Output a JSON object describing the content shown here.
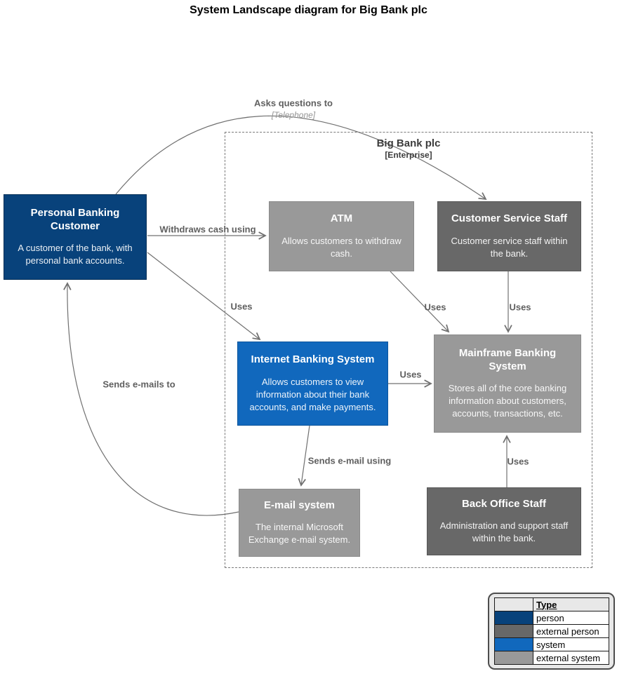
{
  "title": "System Landscape diagram for Big Bank plc",
  "boundary": {
    "name": "Big Bank plc",
    "meta": "[Enterprise]"
  },
  "nodes": {
    "personal_banking_customer": {
      "title": "Personal Banking Customer",
      "description": "A customer of the bank, with personal bank accounts.",
      "type": "person"
    },
    "atm": {
      "title": "ATM",
      "description": "Allows customers to withdraw cash.",
      "type": "external system"
    },
    "customer_service_staff": {
      "title": "Customer Service Staff",
      "description": "Customer service staff within the bank.",
      "type": "external person"
    },
    "internet_banking_system": {
      "title": "Internet Banking System",
      "description": "Allows customers to view information about their bank accounts, and make payments.",
      "type": "system"
    },
    "mainframe_banking_system": {
      "title": "Mainframe Banking System",
      "description": "Stores all of the core banking information about customers, accounts, transactions, etc.",
      "type": "external system"
    },
    "email_system": {
      "title": "E-mail system",
      "description": "The internal Microsoft Exchange e-mail system.",
      "type": "external system"
    },
    "back_office_staff": {
      "title": "Back Office Staff",
      "description": "Administration and support staff within the bank.",
      "type": "external person"
    }
  },
  "relationships": {
    "asks_questions": {
      "label": "Asks questions to",
      "technology": "[Telephone]",
      "from": "Personal Banking Customer",
      "to": "Customer Service Staff"
    },
    "withdraws_cash": {
      "label": "Withdraws cash using",
      "from": "Personal Banking Customer",
      "to": "ATM"
    },
    "customer_uses_ibs": {
      "label": "Uses",
      "from": "Personal Banking Customer",
      "to": "Internet Banking System"
    },
    "atm_uses_mainframe": {
      "label": "Uses",
      "from": "ATM",
      "to": "Mainframe Banking System"
    },
    "staff_uses_mainframe": {
      "label": "Uses",
      "from": "Customer Service Staff",
      "to": "Mainframe Banking System"
    },
    "ibs_uses_mainframe": {
      "label": "Uses",
      "from": "Internet Banking System",
      "to": "Mainframe Banking System"
    },
    "ibs_sends_email": {
      "label": "Sends e-mail using",
      "from": "Internet Banking System",
      "to": "E-mail system"
    },
    "email_sends_to_customer": {
      "label": "Sends e-mails to",
      "from": "E-mail system",
      "to": "Personal Banking Customer"
    },
    "backoffice_uses_mainframe": {
      "label": "Uses",
      "from": "Back Office Staff",
      "to": "Mainframe Banking System"
    }
  },
  "legend": {
    "header": "Type",
    "rows": [
      {
        "label": "person",
        "color": "#08427b"
      },
      {
        "label": "external person",
        "color": "#686868"
      },
      {
        "label": "system",
        "color": "#1168bd"
      },
      {
        "label": "external system",
        "color": "#999999"
      }
    ]
  },
  "palette": {
    "person": "#08427b",
    "external_person": "#686868",
    "system": "#1168bd",
    "external_system": "#999999",
    "relationship_line": "#707070",
    "boundary_dash": "#7a7a7a"
  }
}
